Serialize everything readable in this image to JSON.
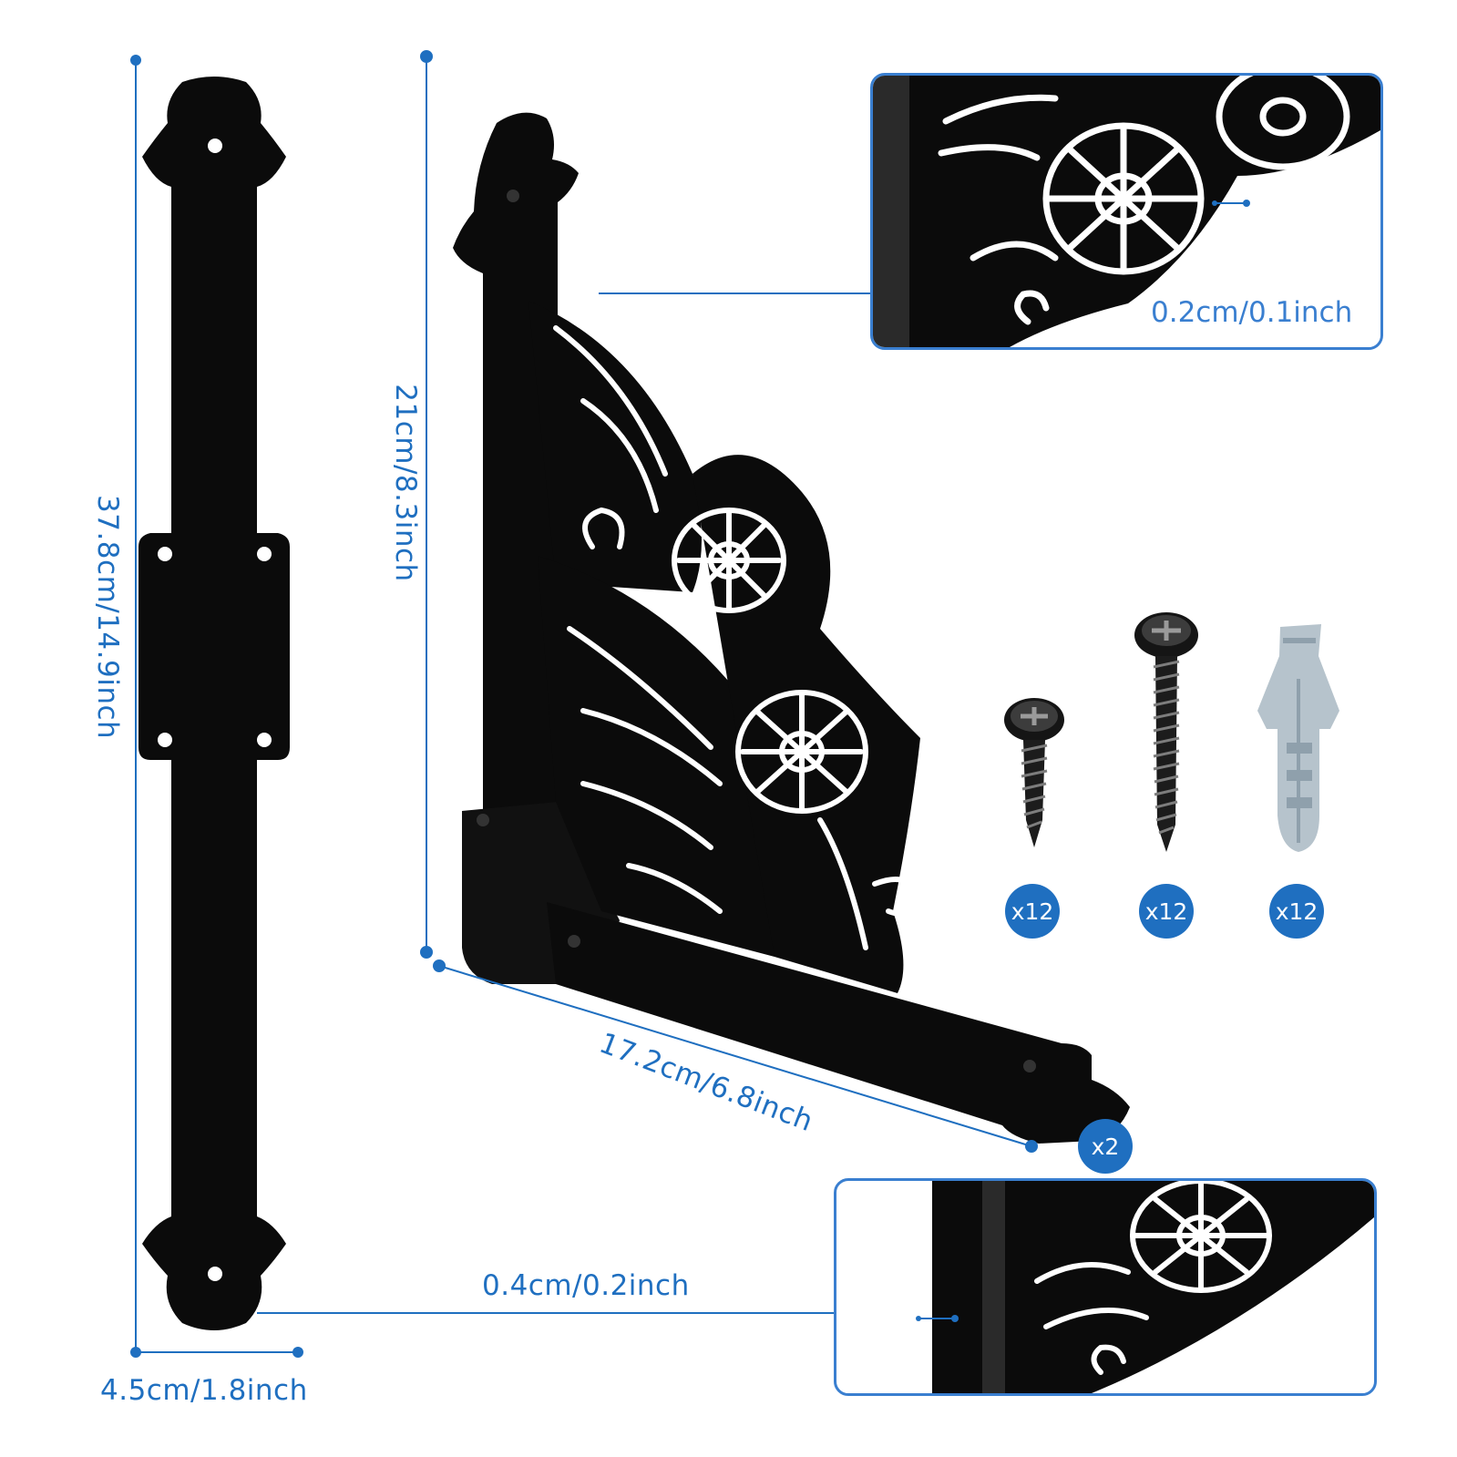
{
  "dimensions": {
    "strap_length": "37.8cm/14.9inch",
    "strap_width": "4.5cm/1.8inch",
    "bracket_height": "21cm/8.3inch",
    "bracket_width": "17.2cm/6.8inch",
    "strap_thickness": "0.4cm/0.2inch",
    "bracket_thickness": "0.2cm/0.1inch"
  },
  "quantities": {
    "short_screw": "x12",
    "long_screw": "x12",
    "wall_anchor": "x12",
    "bracket": "x2"
  },
  "colors": {
    "accent": "#1f6fc0",
    "product": "#0b0b0b",
    "anchor": "#b6c3cc"
  },
  "icons": [
    "short-screw-icon",
    "long-screw-icon",
    "wall-anchor-icon"
  ]
}
